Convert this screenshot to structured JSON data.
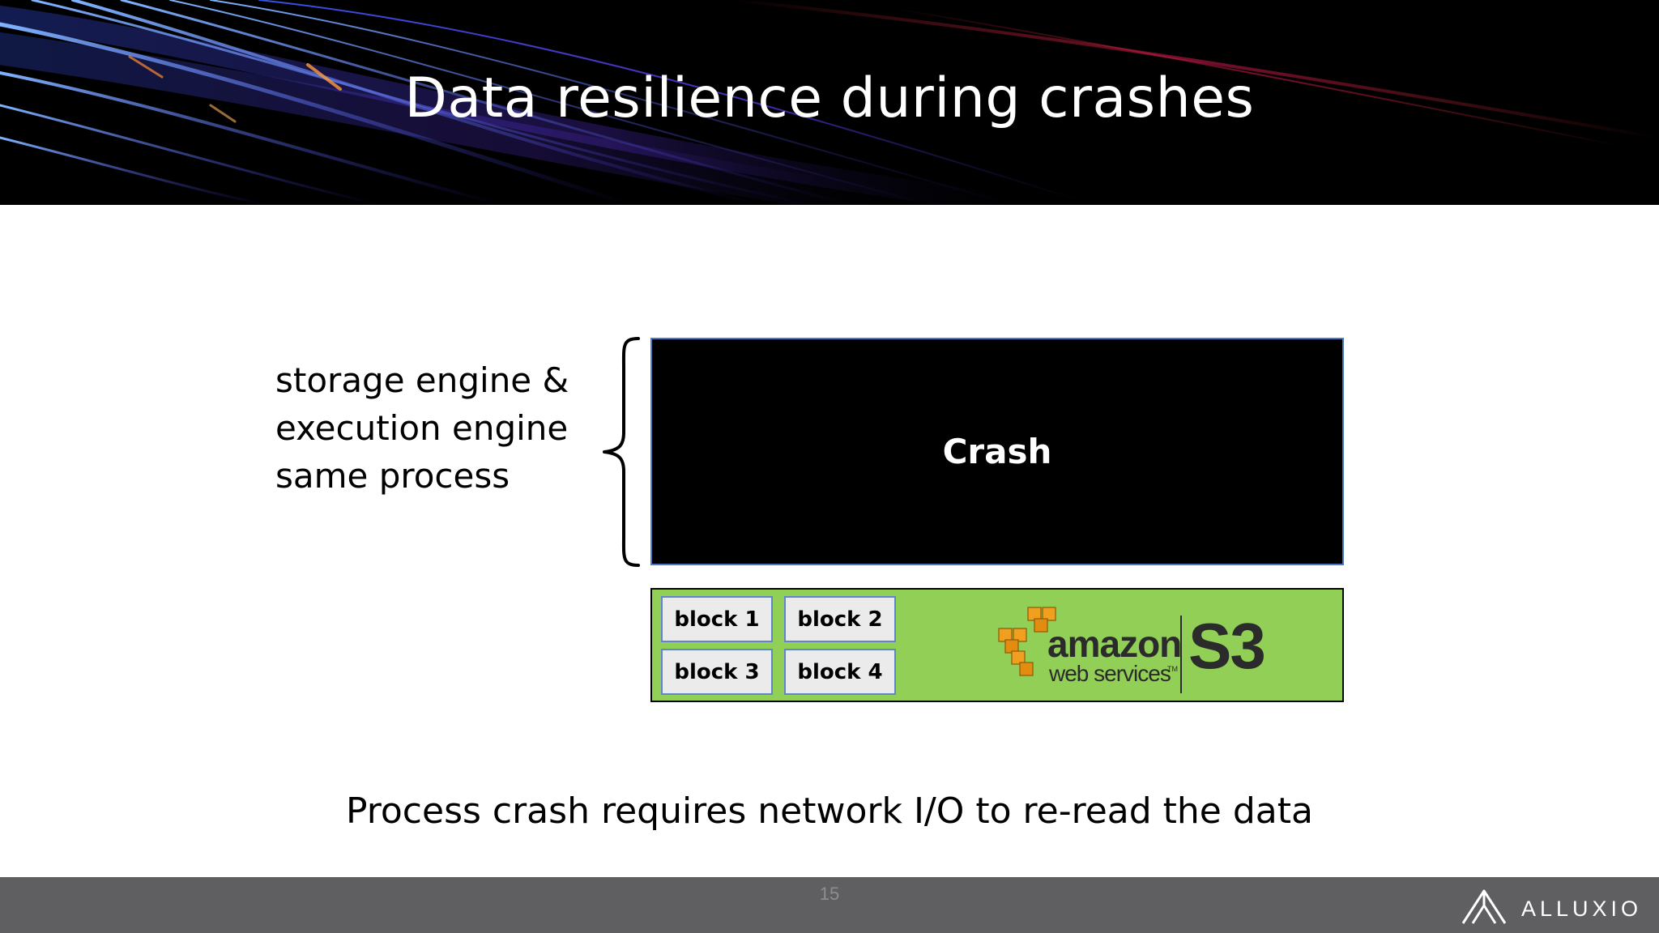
{
  "slide": {
    "title": "Data resilience during crashes",
    "caption_lines": [
      "storage engine &",
      "execution engine",
      "same process"
    ],
    "crash_label": "Crash",
    "blocks": [
      "block 1",
      "block 2",
      "block 3",
      "block 4"
    ],
    "storage_logo": {
      "icon": "aws-cubes-icon",
      "word": "amazon",
      "sub": "web services",
      "tm": "TM",
      "product": "S3"
    },
    "bottom_caption": "Process crash requires network I/O to re-read the data",
    "page_number": "15",
    "brand": "ALLUXIO"
  },
  "colors": {
    "crash_box": "#000000",
    "s3_box": "#92cf56",
    "block_fill": "#ebebeb",
    "block_border": "#5f86c6",
    "footer": "#5f5e61",
    "aws_orange": "#f0a01e"
  }
}
